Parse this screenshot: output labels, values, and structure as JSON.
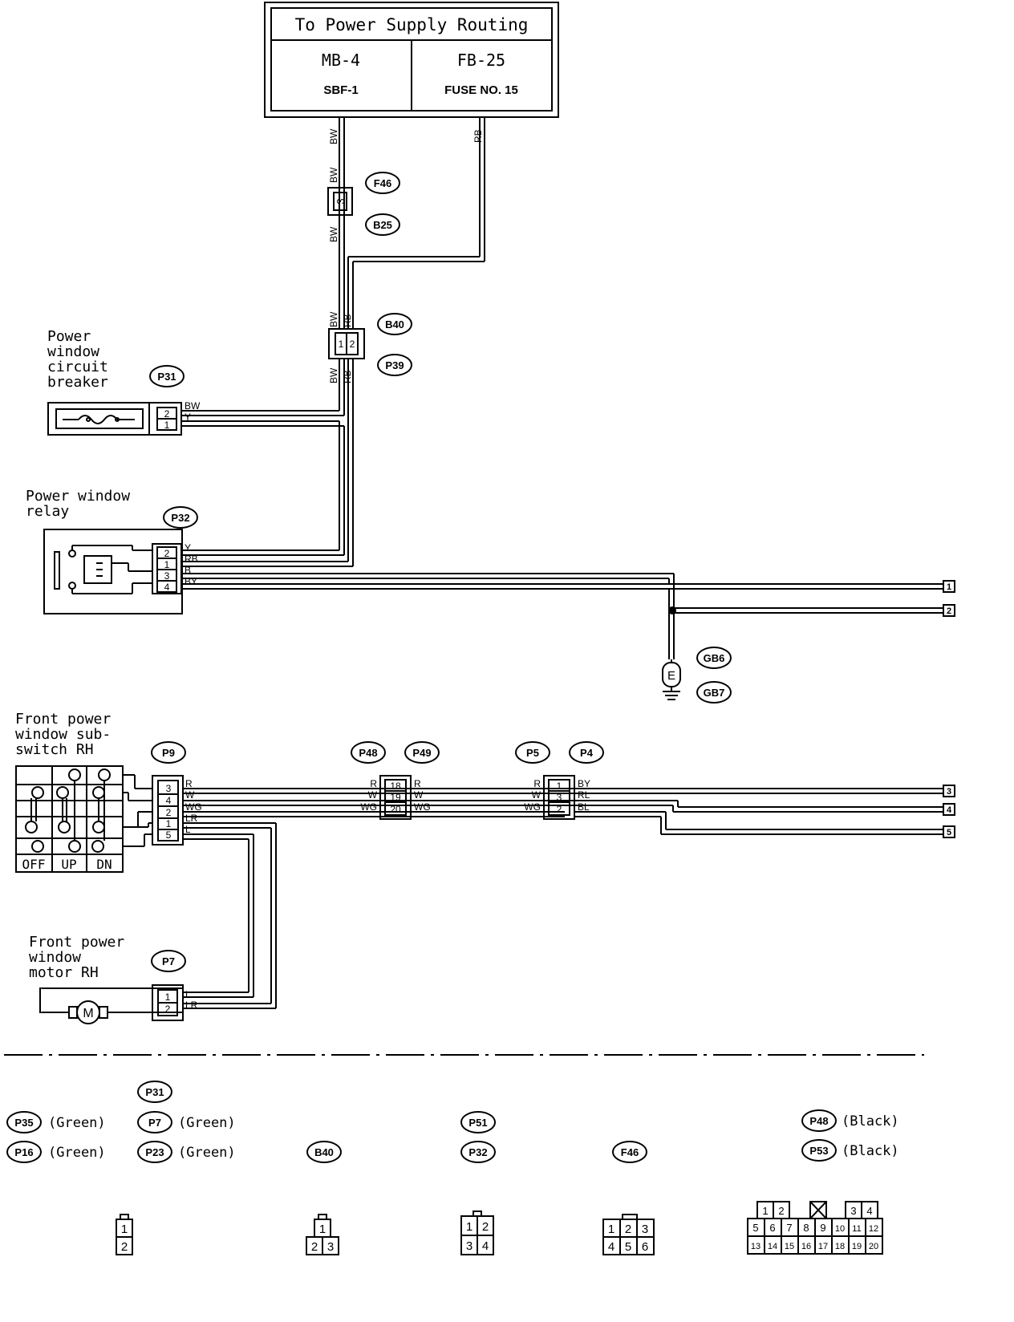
{
  "supply_box": {
    "title": "To Power Supply Routing",
    "left_main": "MB-4",
    "left_sub": "SBF-1",
    "right_main": "FB-25",
    "right_sub": "FUSE NO. 15"
  },
  "components": {
    "breaker": "Power window circuit breaker",
    "relay": "Power window relay",
    "subswitch": "Front power window sub-switch RH",
    "motor": "Front power window motor RH"
  },
  "switch_positions": [
    "OFF",
    "UP",
    "DN"
  ],
  "connectors": {
    "f46": "F46",
    "b25": "B25",
    "b40": "B40",
    "p39": "P39",
    "p31": "P31",
    "p32": "P32",
    "p9": "P9",
    "p48": "P48",
    "p49": "P49",
    "p5": "P5",
    "p4": "P4",
    "p7": "P7",
    "gb6": "GB6",
    "gb7": "GB7"
  },
  "wires": {
    "bw": "BW",
    "rb": "RB",
    "y": "Y",
    "b": "B",
    "by": "BY",
    "r": "R",
    "w": "W",
    "wg": "WG",
    "lr": "LR",
    "l": "L",
    "bl": "BL",
    "rl": "RL"
  },
  "pins": {
    "n1": "1",
    "n2": "2",
    "n3": "3",
    "n4": "4",
    "n5": "5",
    "n18": "18",
    "n19": "19",
    "n20": "20"
  },
  "continuations": [
    "1",
    "2",
    "3",
    "4",
    "5"
  ],
  "ground_symbol": "E",
  "legend": {
    "p31": "P31",
    "p35": "P35",
    "p35_color": "(Green)",
    "p7": "P7",
    "p7_color": "(Green)",
    "p16": "P16",
    "p16_color": "(Green)",
    "p23": "P23",
    "p23_color": "(Green)",
    "b40": "B40",
    "p51": "P51",
    "p32": "P32",
    "f46": "F46",
    "p48": "P48",
    "p48_color": "(Black)",
    "p53": "P53",
    "p53_color": "(Black)"
  },
  "connector_faces": {
    "face_2": [
      [
        "1"
      ],
      [
        "2"
      ]
    ],
    "face_3": [
      [
        "1"
      ],
      [
        "2",
        "3"
      ]
    ],
    "face_4": [
      [
        "1",
        "2"
      ],
      [
        "3",
        "4"
      ]
    ],
    "face_6": [
      [
        "1",
        "2",
        "3"
      ],
      [
        "4",
        "5",
        "6"
      ]
    ],
    "face_20": [
      [
        "1",
        "2",
        "",
        "3",
        "4"
      ],
      [
        "5",
        "6",
        "7",
        "8",
        "9",
        "10",
        "11",
        "12"
      ],
      [
        "13",
        "14",
        "15",
        "16",
        "17",
        "18",
        "19",
        "20"
      ]
    ]
  }
}
